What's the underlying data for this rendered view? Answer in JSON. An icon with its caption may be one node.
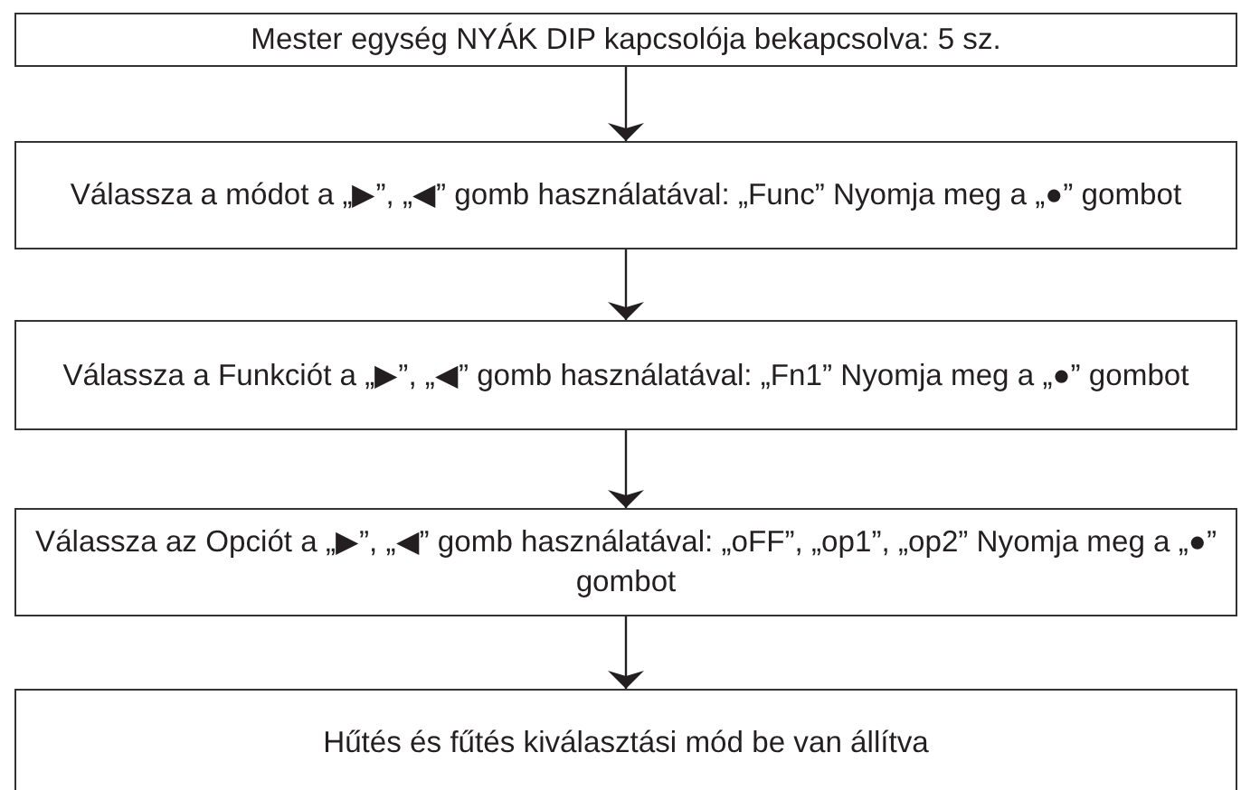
{
  "diagram": {
    "nodes": [
      {
        "text": [
          "Mester egység NYÁK DIP kapcsolója bekapcsolva: 5 sz."
        ]
      },
      {
        "text": [
          "Válassza a módot a „▶”, „◀” gomb használatával: „Func” Nyomja meg a „●” gombot"
        ]
      },
      {
        "text": [
          "Válassza a Funkciót a „▶”, „◀” gomb használatával: „Fn1” Nyomja meg a „●” gombot"
        ]
      },
      {
        "text": [
          "Válassza az Opciót a „▶”, „◀” gomb használatával: „oFF”, „op1”, „op2” Nyomja meg a „●” gombot"
        ]
      },
      {
        "text": [
          "Hűtés és fűtés kiválasztási mód be van állítva"
        ]
      }
    ],
    "edges": [
      {
        "from": 0,
        "to": 1,
        "arrow": "to"
      },
      {
        "from": 1,
        "to": 2,
        "arrow": "to"
      },
      {
        "from": 2,
        "to": 3,
        "arrow": "to"
      },
      {
        "from": 3,
        "to": 4,
        "arrow": "to"
      }
    ]
  }
}
